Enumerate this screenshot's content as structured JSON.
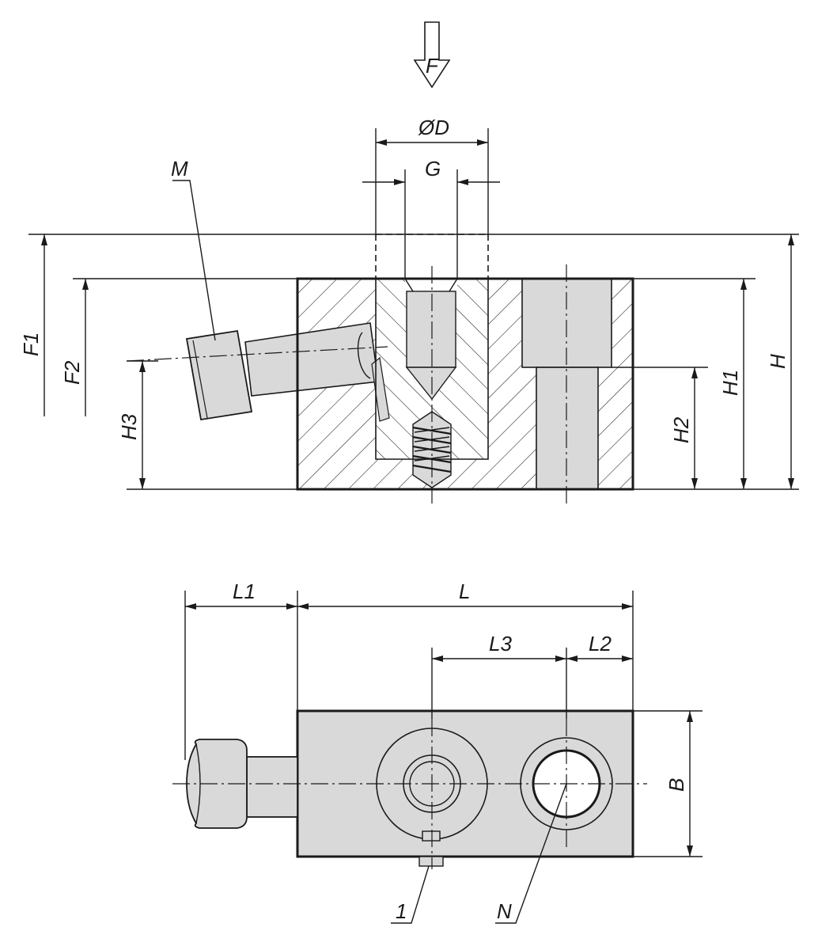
{
  "drawing": {
    "labels": {
      "F": "F",
      "D": "ØD",
      "G": "G",
      "M": "M",
      "F1": "F1",
      "F2": "F2",
      "H3": "H3",
      "H": "H",
      "H1": "H1",
      "H2": "H2",
      "L": "L",
      "L1": "L1",
      "L2": "L2",
      "L3": "L3",
      "B": "B",
      "item1": "1",
      "N": "N"
    },
    "colors": {
      "ink": "#1a1a1a",
      "part_fill": "#d9d9d9",
      "background": "#ffffff"
    }
  }
}
